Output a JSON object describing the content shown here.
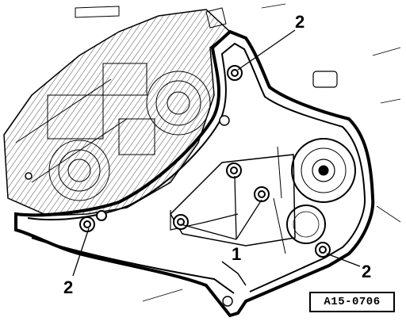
{
  "callouts": {
    "bolt_top_right": "2",
    "bolt_bottom_left": "2",
    "bolt_bottom_right": "2",
    "nuts_group": "1"
  },
  "figure_id": "A15-0706",
  "colors": {
    "ink": "#000000",
    "paper": "#ffffff"
  }
}
